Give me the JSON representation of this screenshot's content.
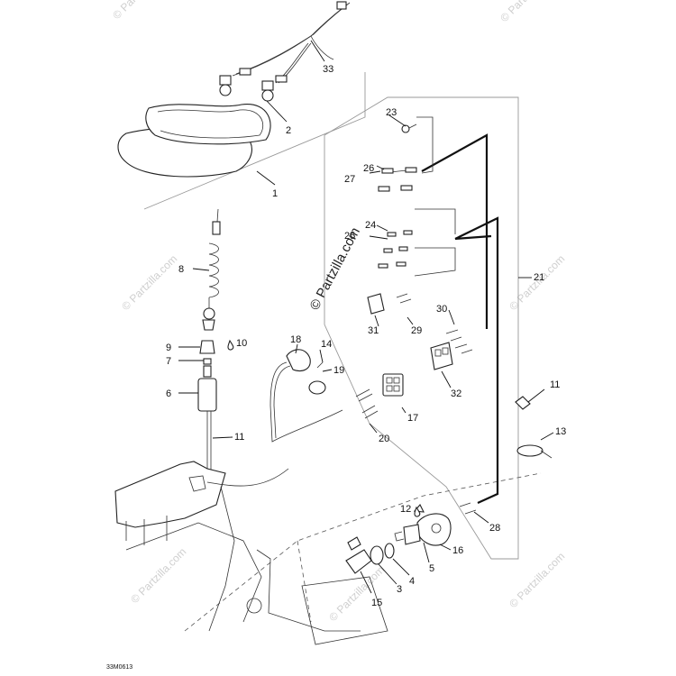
{
  "diagram": {
    "code": "33M0613",
    "center_watermark": "© Partzilla.com",
    "tile_watermark": "© Partzilla.com",
    "callouts": {
      "c1": "1",
      "c2": "2",
      "c3": "3",
      "c4": "4",
      "c5": "5",
      "c6": "6",
      "c7": "7",
      "c8": "8",
      "c9": "9",
      "c10": "10",
      "c11a": "11",
      "c11b": "11",
      "c12": "12",
      "c13": "13",
      "c14": "14",
      "c15": "15",
      "c16": "16",
      "c17": "17",
      "c18": "18",
      "c19": "19",
      "c20": "20",
      "c21": "21",
      "c23": "23",
      "c24": "24",
      "c25": "25",
      "c26": "26",
      "c27": "27",
      "c28": "28",
      "c29": "29",
      "c30": "30",
      "c31": "31",
      "c32": "32",
      "c33": "33"
    }
  }
}
